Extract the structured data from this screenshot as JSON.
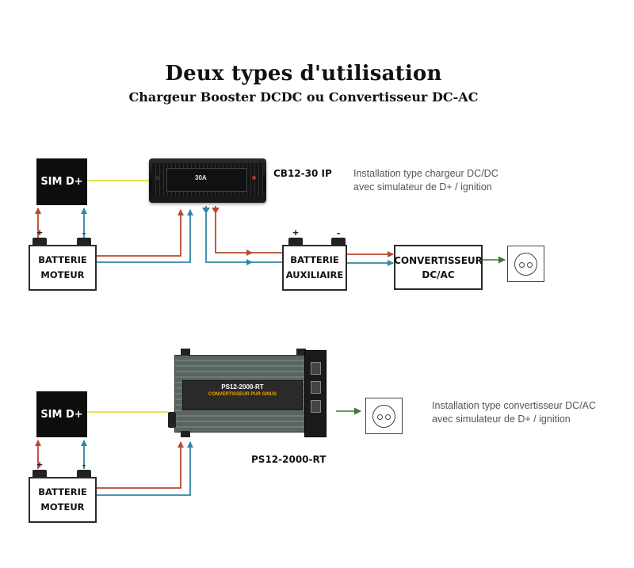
{
  "header": {
    "title": "Deux types d'utilisation",
    "subtitle": "Chargeur Booster DCDC ou Convertisseur DC-AC"
  },
  "diagram1": {
    "sim_label": "SIM D+",
    "battery_engine": [
      "BATTERIE",
      "MOTEUR"
    ],
    "device_name": "CB12-30 IP",
    "device_amp_label": "30A",
    "battery_aux": [
      "BATTERIE",
      "AUXILIAIRE"
    ],
    "converter": [
      "CONVERTISSEUR",
      "DC/AC"
    ],
    "note": [
      "Installation type chargeur DC/DC",
      "avec simulateur de D+ / ignition"
    ]
  },
  "diagram2": {
    "sim_label": "SIM D+",
    "battery_engine": [
      "BATTERIE",
      "MOTEUR"
    ],
    "device_name": "PS12-2000-RT",
    "device_label_lines": [
      "PS12-2000-RT",
      "CONVERTISSEUR PUR SINUS"
    ],
    "note": [
      "Installation type convertisseur DC/AC",
      "avec simulateur de D+ / ignition"
    ]
  },
  "terminals": {
    "positive": "+",
    "negative": "-"
  },
  "colors": {
    "positive_wire": "#b5492f",
    "negative_wire": "#2f86a6",
    "signal_wire": "#e9e34a",
    "output_arrow": "#3a7a2e"
  },
  "icons": {
    "socket": "power-socket-icon",
    "terminal": "battery-terminal-icon"
  }
}
